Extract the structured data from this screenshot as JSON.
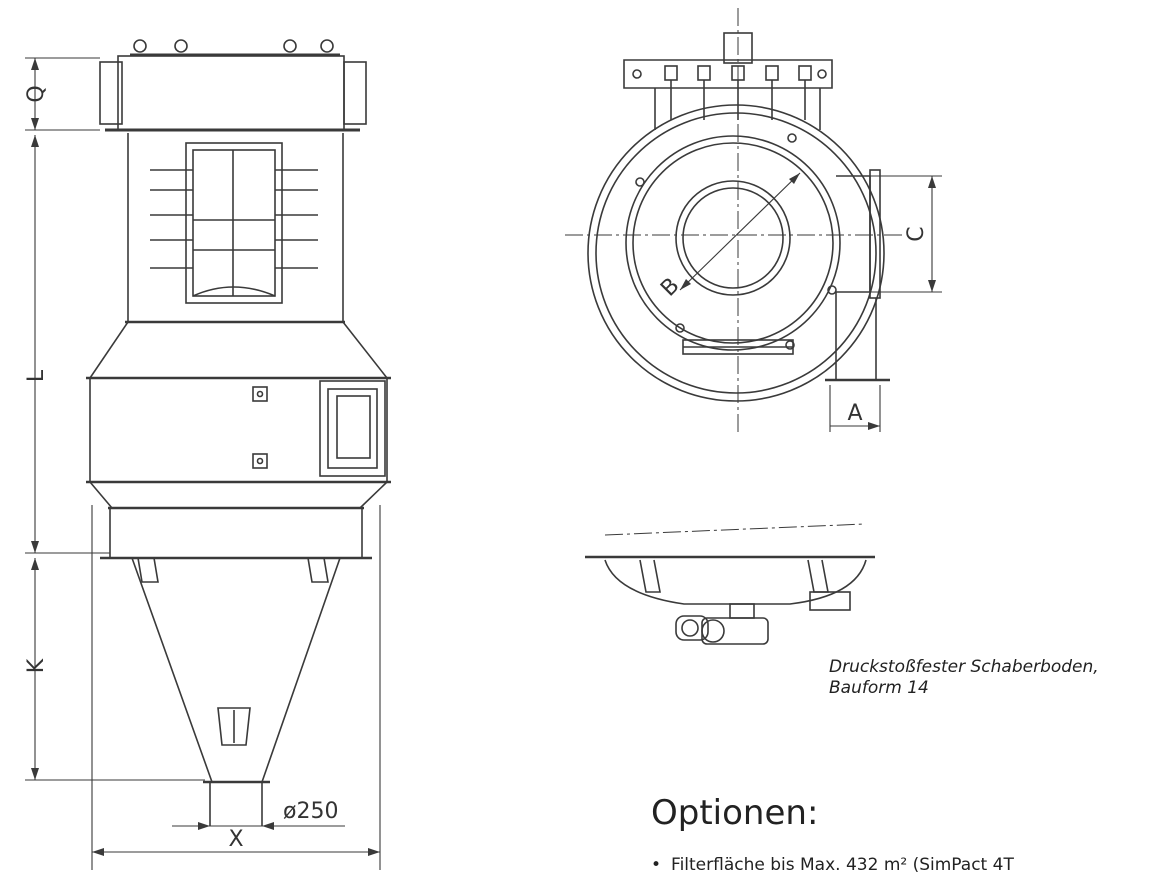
{
  "front_view": {
    "labels": {
      "q": "Q",
      "l": "L",
      "k": "K",
      "x": "X",
      "outlet": "ø250"
    }
  },
  "top_view": {
    "labels": {
      "a": "A",
      "b": "B",
      "c": "C"
    }
  },
  "caption": {
    "line1": "Druckstoßfester Schaberboden,",
    "line2": "Bauform 14"
  },
  "options": {
    "heading": "Optionen:",
    "items": [
      "Filterfläche bis Max. 432 m² (SimPact 4T"
    ]
  }
}
